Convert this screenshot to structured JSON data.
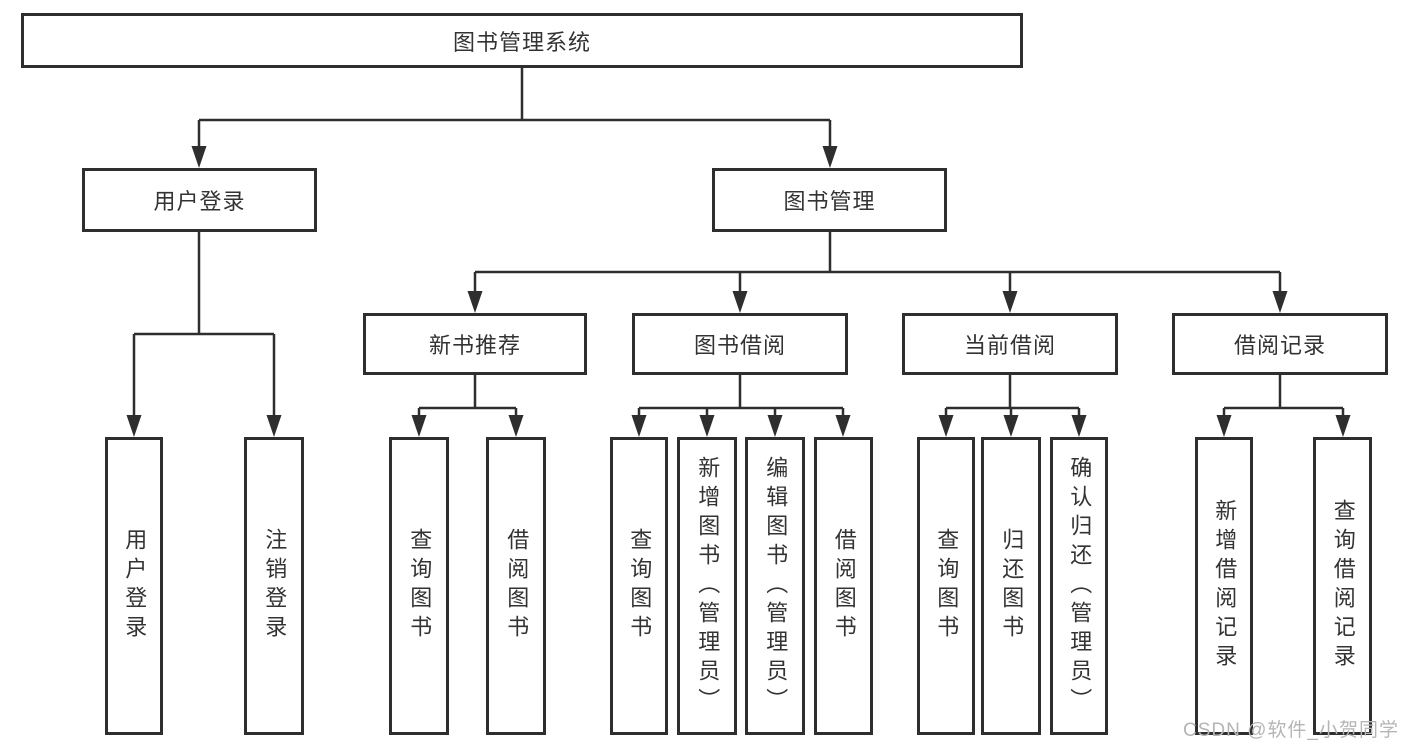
{
  "diagram": {
    "root": {
      "label": "图书管理系统"
    },
    "branches": [
      {
        "label": "用户登录",
        "children": [
          {
            "label": "用户登录"
          },
          {
            "label": "注销登录"
          }
        ]
      },
      {
        "label": "图书管理",
        "children": [
          {
            "label": "新书推荐",
            "children": [
              {
                "label": "查询图书"
              },
              {
                "label": "借阅图书"
              }
            ]
          },
          {
            "label": "图书借阅",
            "children": [
              {
                "label": "查询图书"
              },
              {
                "label": "新增图书（管理员）"
              },
              {
                "label": "编辑图书（管理员）"
              },
              {
                "label": "借阅图书"
              }
            ]
          },
          {
            "label": "当前借阅",
            "children": [
              {
                "label": "查询图书"
              },
              {
                "label": "归还图书"
              },
              {
                "label": "确认归还（管理员）"
              }
            ]
          },
          {
            "label": "借阅记录",
            "children": [
              {
                "label": "新增借阅记录"
              },
              {
                "label": "查询借阅记录"
              }
            ]
          }
        ]
      }
    ]
  },
  "watermark": "CSDN @软件_小贺同学",
  "colors": {
    "line": "#2e2e2e",
    "text": "#333333",
    "watermark": "#b5b5b5",
    "background": "#ffffff"
  }
}
